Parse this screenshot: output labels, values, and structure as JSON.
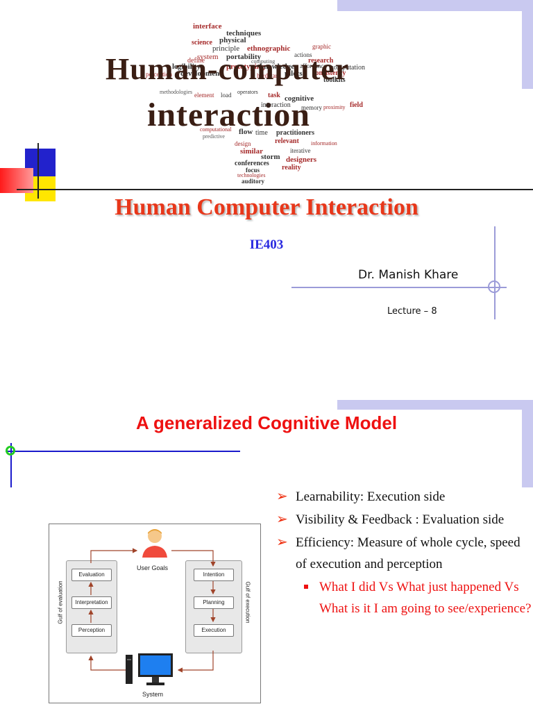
{
  "slide1": {
    "word_cloud": {
      "headline_line1": "Human-computer",
      "headline_line2": "interaction",
      "words": [
        "interface",
        "techniques",
        "science",
        "physical",
        "results",
        "principle",
        "ethnographic",
        "expected",
        "system",
        "portability",
        "graphic",
        "legibility",
        "define",
        "computing",
        "important",
        "actions",
        "research",
        "perception",
        "development",
        "prototyping",
        "knowledge",
        "affordance",
        "computation",
        "hardware",
        "devices",
        "pilots",
        "consistency",
        "toolkits",
        "methodologies",
        "element",
        "load",
        "operators",
        "task",
        "cognitive",
        "interaction",
        "memory",
        "proximity",
        "field",
        "computational",
        "flow",
        "time",
        "practitioners",
        "relevant",
        "information",
        "predictive",
        "design",
        "iterative",
        "similar",
        "storm",
        "designers",
        "reality",
        "conferences",
        "focus",
        "technologies",
        "auditory"
      ]
    },
    "title": "Human Computer Interaction",
    "course_code": "IE403",
    "author": "Dr. Manish Khare",
    "lecture": "Lecture – 8",
    "colors": {
      "title": "#e8371a",
      "course": "#2a2ae0",
      "accent_lavender": "#c9c9f0",
      "deco_blue": "#2222cc",
      "deco_yellow": "#ffe600",
      "deco_red": "#ff2a2a"
    }
  },
  "slide2": {
    "title": "A generalized Cognitive Model",
    "bullets": [
      "Learnability: Execution side",
      "Visibility & Feedback : Evaluation side",
      "Efficiency: Measure of whole cycle, speed of execution and perception"
    ],
    "sub_bullet": "What I did Vs What just happened Vs What is it I am going to see/experience?",
    "diagram": {
      "left_boxes": [
        "Evaluation",
        "Interpretation",
        "Perception"
      ],
      "right_boxes": [
        "Intention",
        "Planning",
        "Execution"
      ],
      "center_top": "User Goals",
      "center_bottom": "System",
      "left_side_label": "Gulf of evaluation",
      "right_side_label": "Gulf of execution"
    },
    "colors": {
      "title": "#ee1111",
      "bullet_arrow": "#ee2a0a",
      "sub_bullet": "#ee1111"
    }
  }
}
